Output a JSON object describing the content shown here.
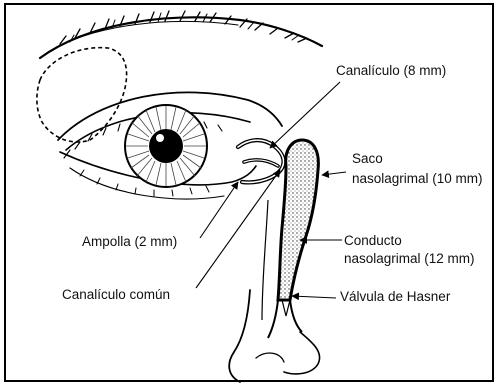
{
  "labels": {
    "canaliculo": "Canalículo (8 mm)",
    "saco_line1": "Saco",
    "saco_line2": "nasolagrimal (10 mm)",
    "ampolla": "Ampolla (2 mm)",
    "conducto_line1": "Conducto",
    "conducto_line2": "nasolagrimal (12 mm)",
    "canaliculo_comun": "Canalículo común",
    "valvula": "Válvula de Hasner"
  },
  "colors": {
    "ink": "#000000",
    "paper": "#ffffff",
    "stipple": "#555555"
  }
}
